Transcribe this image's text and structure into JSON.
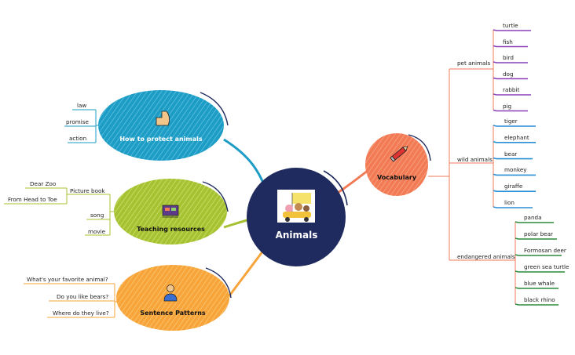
{
  "center": {
    "title": "Animals",
    "color": "#1f2a5e"
  },
  "branches": {
    "vocabulary": {
      "title": "Vocabulary",
      "color": "#f27a55",
      "groups": [
        {
          "label": "pet animals",
          "line": "#8a3fb8",
          "items": [
            "turtle",
            "fish",
            "bird",
            "dog",
            "rabbit",
            "pig"
          ]
        },
        {
          "label": "wild animals",
          "line": "#2a8fd6",
          "items": [
            "tiger",
            "elephant",
            "bear",
            "monkey",
            "giraffe",
            "lion"
          ]
        },
        {
          "label": "endangered animals",
          "line": "#2a8a3a",
          "items": [
            "panda",
            "polar bear",
            "Formosan deer",
            "green sea turtle",
            "blue whale",
            "black rhino"
          ]
        }
      ]
    },
    "protect": {
      "title": "How to protect animals",
      "color": "#1d9cc5",
      "items": [
        "law",
        "promise",
        "action"
      ]
    },
    "teaching": {
      "title": "Teaching resources",
      "color": "#a6c232",
      "picture_book": {
        "label": "Picture book",
        "items": [
          "Dear Zoo",
          "From Head to Toe"
        ]
      },
      "items": [
        "song",
        "movie"
      ]
    },
    "sentence": {
      "title": "Sentence Patterns",
      "color": "#f7a43a",
      "items": [
        "What's your favorite animal?",
        "Do you like bears?",
        "Where do they live?"
      ]
    }
  }
}
